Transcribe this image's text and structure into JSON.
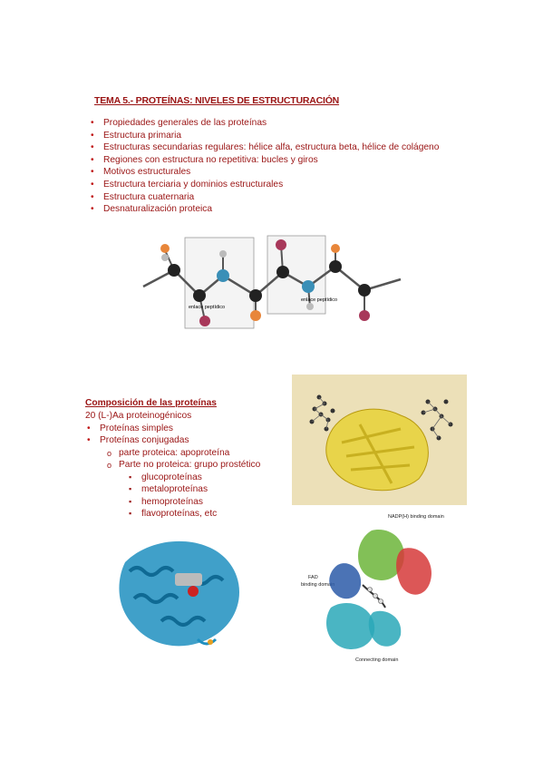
{
  "header": {
    "title": "TEMA 5.- PROTEÍNAS: NIVELES DE ESTRUCTURACIÓN"
  },
  "toc": [
    "Propiedades generales de las proteínas",
    "Estructura primaria",
    "Estructuras secundarias regulares: hélice alfa, estructura beta, hélice de colágeno",
    "Regiones con estructura no repetitiva: bucles y giros",
    "Motivos estructurales",
    "Estructura terciaria y dominios estructurales",
    "Estructura cuaternaria",
    "Desnaturalización proteica"
  ],
  "composition": {
    "title": "Composición de las proteínas",
    "line1": "20 (L-)Aa proteinogénicos",
    "bullets": [
      "Proteínas simples",
      "Proteínas conjugadas"
    ],
    "sub": [
      "parte proteica: apoproteína",
      "Parte no proteica: grupo prostético"
    ],
    "subsub": [
      "glucoproteínas",
      "metaloproteínas",
      "hemoproteínas",
      "flavoproteínas, etc"
    ]
  },
  "figure_labels": {
    "nadp": "NADP(H) binding domain",
    "fad_line1": "FAD",
    "fad_line2": "binding domain",
    "connecting": "Connecting domain",
    "peptide_left": "enlace peptídico",
    "peptide_right": "enlace peptídico"
  },
  "colors": {
    "heading_red": "#9a1414",
    "carbon": "#222222",
    "nitrogen": "#3a8fb7",
    "oxygen": "#a8385a",
    "r_group": "#e8863a",
    "helix_blue": "#1e8fc0",
    "yellow_sheet": "#e8d44a"
  }
}
